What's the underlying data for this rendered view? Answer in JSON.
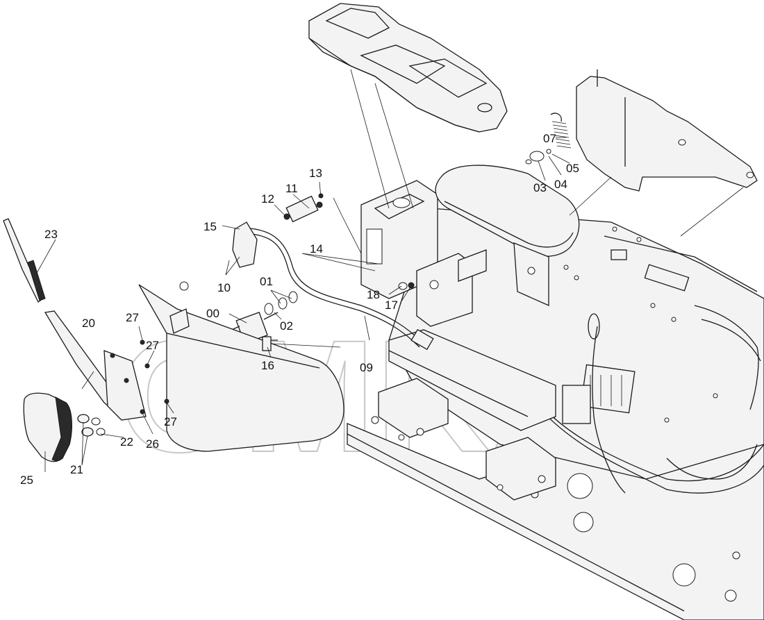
{
  "watermark": "OMKA",
  "parts": [
    {
      "id": "p00",
      "label": "00"
    },
    {
      "id": "p01",
      "label": "01"
    },
    {
      "id": "p02",
      "label": "02"
    },
    {
      "id": "p03",
      "label": "03"
    },
    {
      "id": "p04",
      "label": "04"
    },
    {
      "id": "p05",
      "label": "05"
    },
    {
      "id": "p07",
      "label": "07"
    },
    {
      "id": "p09",
      "label": "09"
    },
    {
      "id": "p10",
      "label": "10"
    },
    {
      "id": "p11",
      "label": "11"
    },
    {
      "id": "p12",
      "label": "12"
    },
    {
      "id": "p13",
      "label": "13"
    },
    {
      "id": "p14",
      "label": "14"
    },
    {
      "id": "p15",
      "label": "15"
    },
    {
      "id": "p16",
      "label": "16"
    },
    {
      "id": "p17",
      "label": "17"
    },
    {
      "id": "p18",
      "label": "18"
    },
    {
      "id": "p20",
      "label": "20"
    },
    {
      "id": "p21",
      "label": "21"
    },
    {
      "id": "p22",
      "label": "22"
    },
    {
      "id": "p23",
      "label": "23"
    },
    {
      "id": "p25",
      "label": "25"
    },
    {
      "id": "p26",
      "label": "26"
    },
    {
      "id": "p27a",
      "label": "27"
    },
    {
      "id": "p27b",
      "label": "27"
    },
    {
      "id": "p27c",
      "label": "27"
    }
  ]
}
